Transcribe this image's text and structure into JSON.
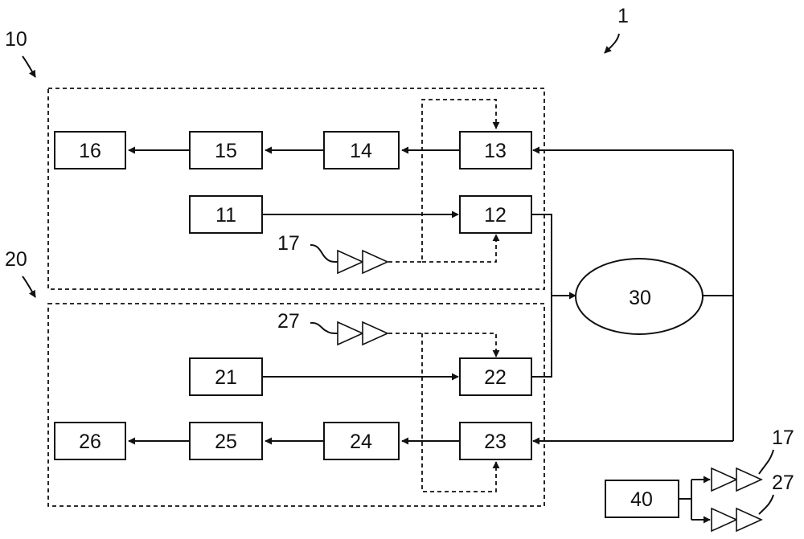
{
  "refs": {
    "system": "1",
    "group1": "10",
    "group2": "20",
    "antenna_a": "17",
    "antenna_b": "27",
    "antenna_c": "17",
    "antenna_d": "27"
  },
  "blocks": {
    "b11": "11",
    "b12": "12",
    "b13": "13",
    "b14": "14",
    "b15": "15",
    "b16": "16",
    "b21": "21",
    "b22": "22",
    "b23": "23",
    "b24": "24",
    "b25": "25",
    "b26": "26",
    "b30": "30",
    "b40": "40"
  }
}
